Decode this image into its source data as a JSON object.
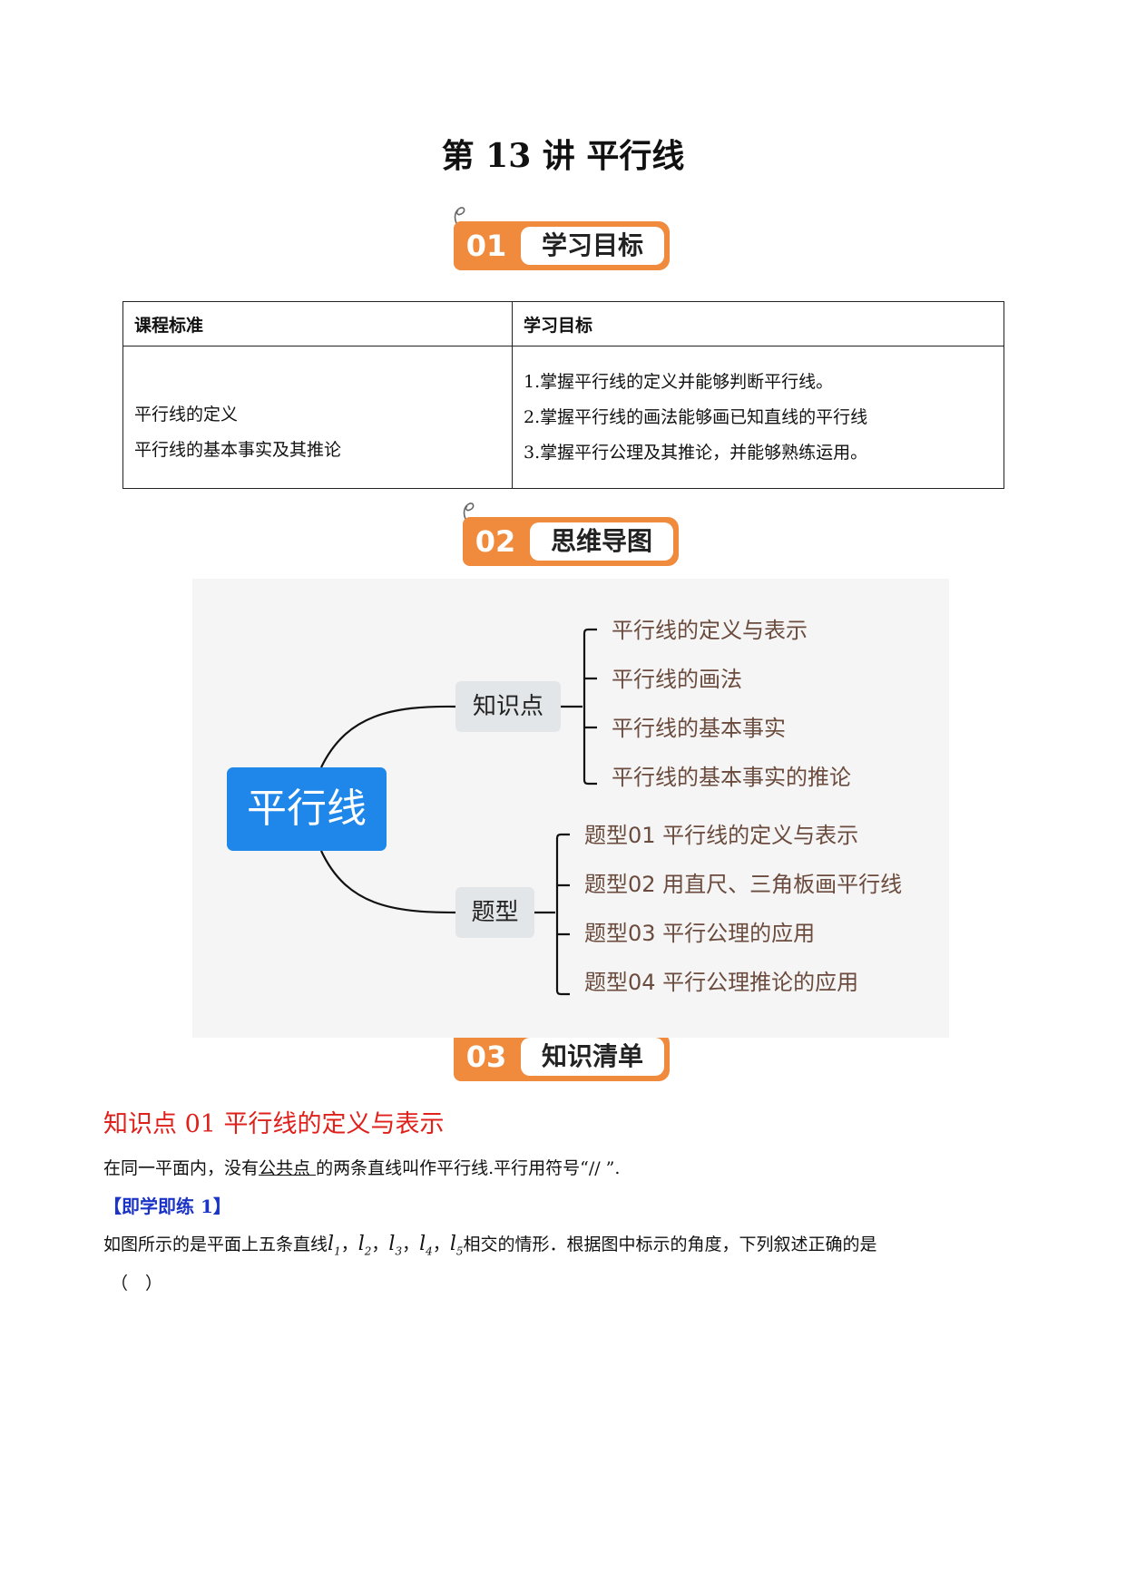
{
  "title": "第 13 讲  平行线",
  "sections": [
    {
      "num": "01",
      "label": "学习目标"
    },
    {
      "num": "02",
      "label": "思维导图"
    },
    {
      "num": "03",
      "label": "知识清单"
    }
  ],
  "goals_table": {
    "headers": [
      "课程标准",
      "学习目标"
    ],
    "standards": [
      "平行线的定义",
      "平行线的基本事实及其推论"
    ],
    "objectives": [
      "1.掌握平行线的定义并能够判断平行线。",
      "2.掌握平行线的画法能够画已知直线的平行线",
      "3.掌握平行公理及其推论，并能够熟练运用。"
    ]
  },
  "mindmap": {
    "root": "平行线",
    "branches": [
      {
        "label": "知识点",
        "leaves": [
          "平行线的定义与表示",
          "平行线的画法",
          "平行线的基本事实",
          "平行线的基本事实的推论"
        ]
      },
      {
        "label": "题型",
        "leaves": [
          "题型01  平行线的定义与表示",
          "题型02  用直尺、三角板画平行线",
          "题型03  平行公理的应用",
          "题型04  平行公理推论的应用"
        ]
      }
    ]
  },
  "knowledge": {
    "heading": "知识点 01  平行线的定义与表示",
    "text_before": "在同一平面内，没有",
    "text_underlined": "公共点 ",
    "text_after": "的两条直线叫作平行线.平行用符号“// ”.",
    "practice_label": "【即学即练 1】",
    "question_prefix": "如图所示的是平面上五条直线",
    "lines": [
      {
        "letter": "l",
        "sub": "1"
      },
      {
        "letter": "l",
        "sub": "2"
      },
      {
        "letter": "l",
        "sub": "3"
      },
      {
        "letter": "l",
        "sub": "4"
      },
      {
        "letter": "l",
        "sub": "5"
      }
    ],
    "question_suffix": "相交的情形．根据图中标示的角度，下列叙述正确的是",
    "answer_paren": "（　）"
  },
  "colors": {
    "badge": "#f08a3c",
    "mind_root": "#1f86ea",
    "leaf_text": "#6a4b3d",
    "heading_red": "#e0201b",
    "practice_blue": "#1b34c6"
  }
}
